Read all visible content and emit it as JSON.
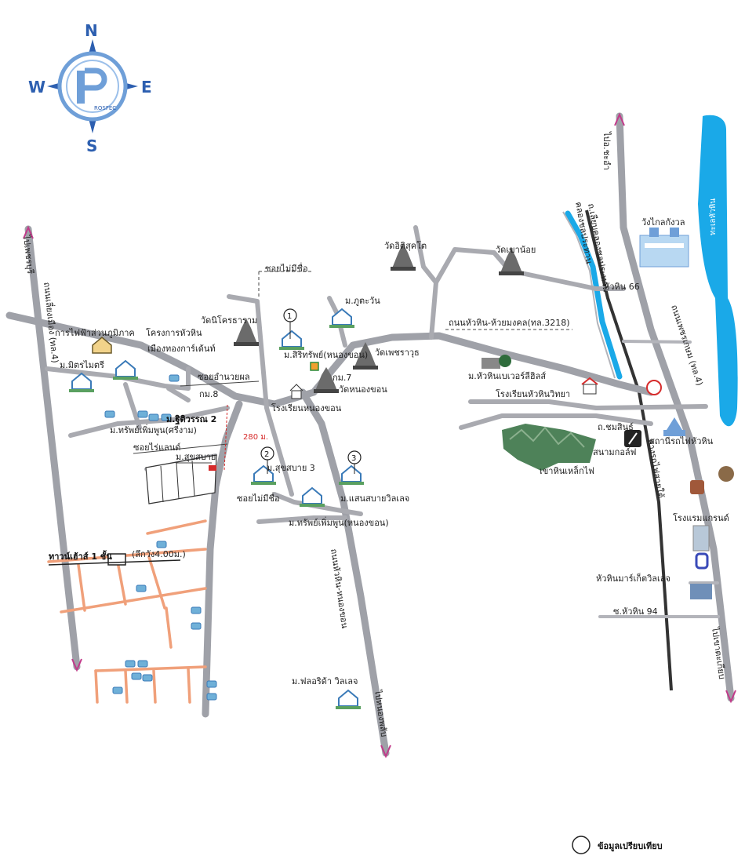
{
  "compass": {
    "n": "N",
    "s": "S",
    "e": "E",
    "w": "W",
    "brand": "ROSFEC"
  },
  "labels": {
    "sea": "ทะเลหัวหิน",
    "klai_kangwon": "วังไกลกังวล",
    "wat_khao_noi": "วัดเขาน้อย",
    "wat_ittisukkhato": "วัดอิติสุคโต",
    "soi_mai_mi_chue_top": "ซอยไม่มีชื่อ",
    "soi_hua_hin_66": "หัวหิน 66",
    "rd_huahin_huai_mongkhon": "ถนนหัวหิน-ห้วยมงคล(ทล.3218)",
    "moo_phu_tawan": "ม.ภูตะวัน",
    "wat_phetcharawut": "วัดเพชราวุธ",
    "wat_nikhorn": "วัดนิโครธาราม",
    "moo_sirisub": "ม.สิริทรัพย์(หนองขอน)",
    "km7": "กม.7",
    "wat_nong_khon": "วัดหนองขอน",
    "school_nong_khon": "โรงเรียนหนองขอน",
    "moo_huahin_beverly": "ม.หัวหินเบเวอร์ลีฮิลส์",
    "school_huahin_witthaya": "โรงเรียนหัวหินวิทยา",
    "pea": "การไฟฟ้าส่วนภูมิภาค",
    "project": "โครงการหัวหิน",
    "project2": "เมืองทองการ์เด้นท์",
    "moo_mitmaitri": "ม.มิตรไมตรี",
    "soi_amnuayphon": "ซอยอำนวยผล",
    "km8": "กม.8",
    "moo_rittiwan": "ม.ฐิติวรรณ 2",
    "moo_sapphoemphun_sriam": "ม.ทรัพย์เพิ่มพูน(ศรีงาม)",
    "soi_rai_land": "ซอยไร่แลนด์",
    "dist_280": "280 ม.",
    "moo_suksabai": "ม.สุขสบาย",
    "moo_suksabai3": "ม.สุขสบาย 3",
    "soi_mai_mi_chue_bottom": "ซอยไม่มีชื่อ",
    "moo_saenkhsabai": "ม.แสนสบายวิลเลจ",
    "moo_sapphoemphun_nongkhon": "ม.ทรัพย์เพิ่มพูน(หนองขอน)",
    "town_house": "ทาวน์เฮ้าส์ 1 ชั้น",
    "town_house_dim": "(ลึกวัง4.00ม.)",
    "rd_nong_khon": "ถนนหัวหิน-หนองขอน",
    "rd_nong_khon_south": "ไปหนองพลับ",
    "moo_florida": "ม.ฟลอริด้า วิลเลจ",
    "rd_chomsin": "ถ.ชมสินธุ์",
    "golf": "สนามกอล์ฟ",
    "railway_station": "สถานีรถไฟหัวหิน",
    "khao_hin_lek_fai": "เขาหินเหล็กไฟ",
    "railway": "ทางรถไฟสายใต้",
    "canal": "คลองชลประทาน",
    "canal2": "ถ.เลียบคลองชลประทาน",
    "rd_phetkasem": "ถนนเพชรเกษม (ทล.4)",
    "to_cha_am": "ไปอ.ชะอำ",
    "to_pranburi": "ไปเขาตะเกียบ",
    "left_road": "ถนนเลี่ยงเมือง (ทล.4)",
    "left_road_dir": "ไปเพชรบุรี",
    "grand_hotel": "โรงแรมแกรนด์",
    "market_village": "หัวหินมาร์เก็ตวิลเลจ",
    "soi_94": "ซ.หัวหิน 94",
    "legend_text": "ข้อมูลเปรียบเทียบ",
    "circle1": "1",
    "circle2": "2",
    "circle3": "3"
  },
  "colors": {
    "road": "#a9aab0",
    "water": "#1aa9e8",
    "orange_road": "#f0a07a",
    "logo": "#2d5fb0"
  }
}
